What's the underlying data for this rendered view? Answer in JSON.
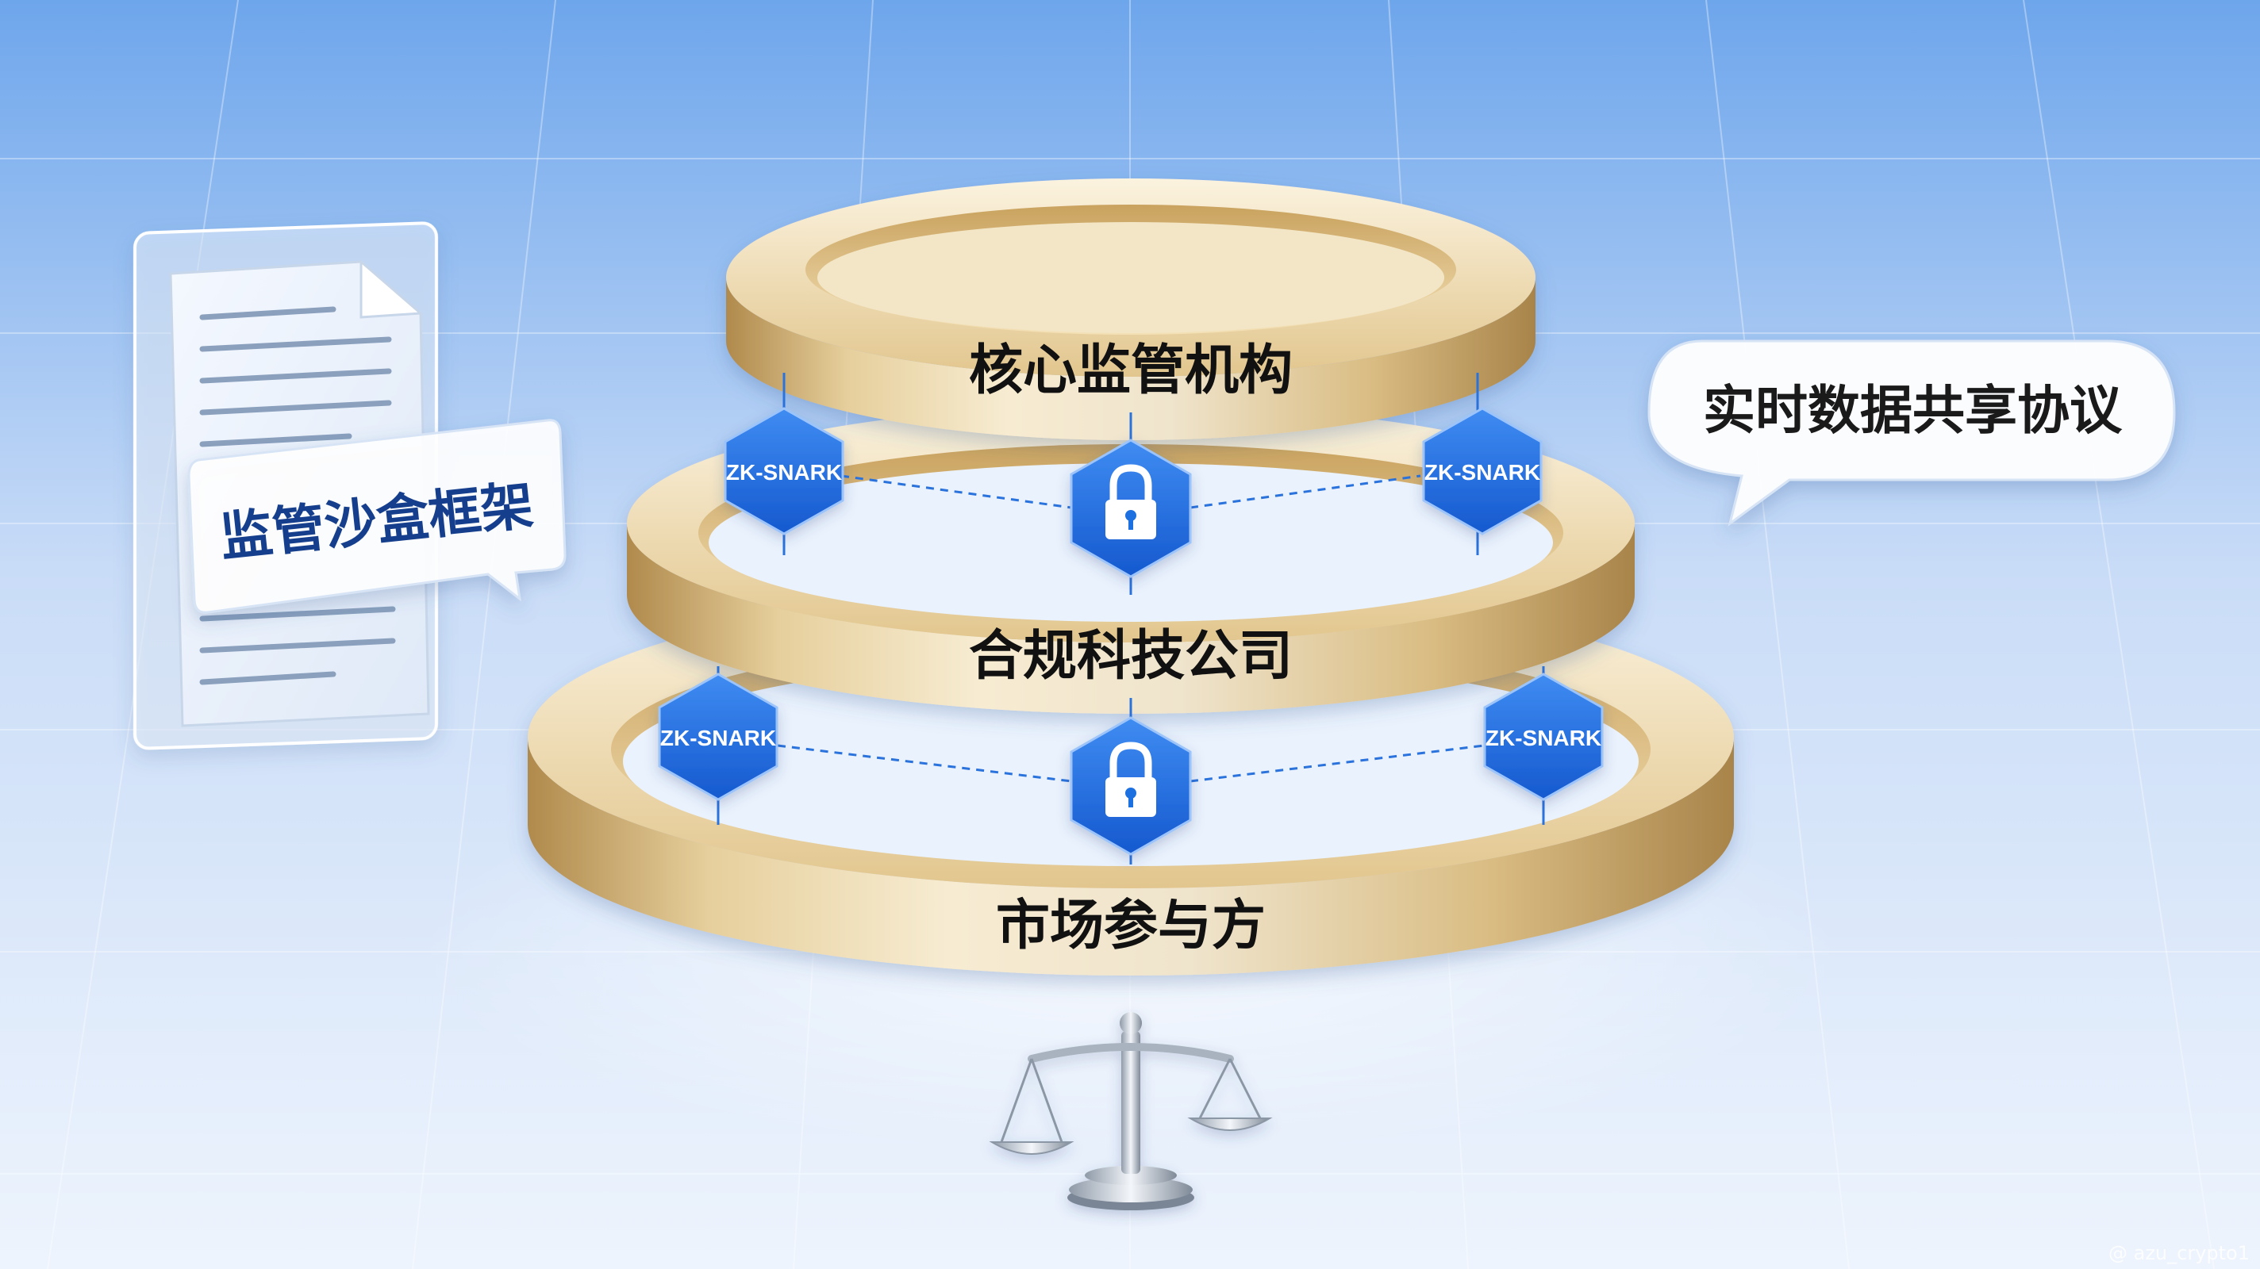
{
  "layers": {
    "top": "核心监管机构",
    "middle": "合规科技公司",
    "bottom": "市场参与方"
  },
  "zk_badges": [
    "ZK-SNARK",
    "ZK-SNARK",
    "ZK-SNARK",
    "ZK-SNARK"
  ],
  "callouts": {
    "left": "监管沙盒框架",
    "right": "实时数据共享协议"
  },
  "watermark": "@ azu_crypto1",
  "icons": [
    "document-icon",
    "lock-icon",
    "lock-icon",
    "scales-of-justice-icon"
  ],
  "colors": {
    "background": "#dbe9fb",
    "gold": "#d9bc82",
    "badge_blue": "#1f6fe0",
    "left_callout_text": "#153e8c",
    "right_callout_text": "#1a1a1a"
  }
}
